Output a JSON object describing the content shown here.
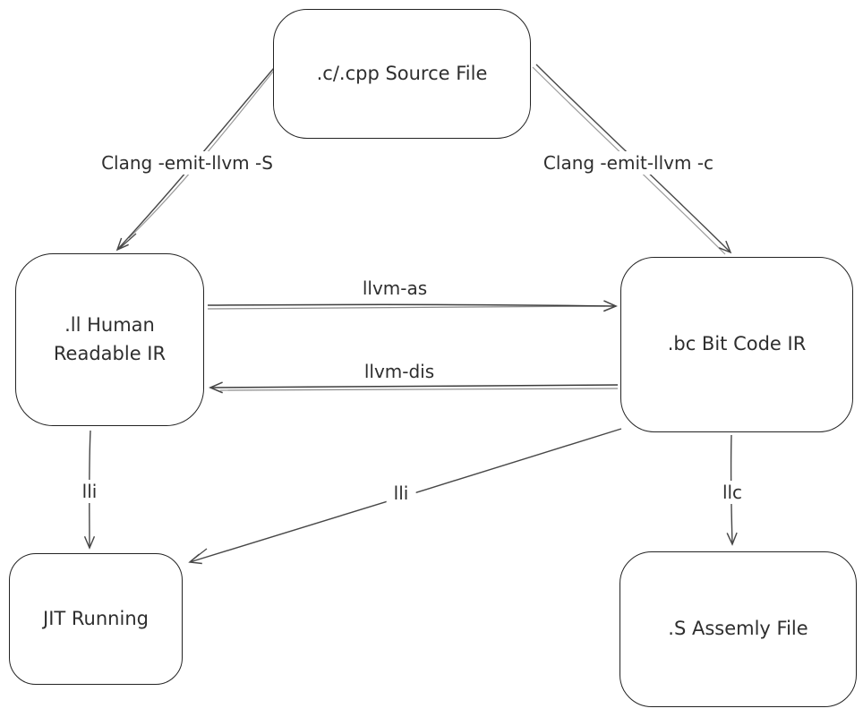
{
  "diagram": {
    "nodes": {
      "source": {
        "label": ".c/.cpp Source File"
      },
      "ll": {
        "lines": [
          ".ll Human",
          "Readable IR"
        ]
      },
      "bc": {
        "label": ".bc Bit Code IR"
      },
      "jit": {
        "label": "JIT Running"
      },
      "asm": {
        "label": ".S Assemly File"
      }
    },
    "edges": {
      "clang_s": {
        "label": "Clang -emit-llvm -S",
        "from": ".c/.cpp Source File",
        "to": ".ll Human Readable IR"
      },
      "clang_c": {
        "label": "Clang -emit-llvm -c",
        "from": ".c/.cpp Source File",
        "to": ".bc Bit Code IR"
      },
      "llvm_as": {
        "label": "llvm-as",
        "from": ".ll Human Readable IR",
        "to": ".bc Bit Code IR"
      },
      "llvm_dis": {
        "label": "llvm-dis",
        "from": ".bc Bit Code IR",
        "to": ".ll Human Readable IR"
      },
      "lli_ll": {
        "label": "lli",
        "from": ".ll Human Readable IR",
        "to": "JIT Running"
      },
      "lli_bc": {
        "label": "lli",
        "from": ".bc Bit Code IR",
        "to": "JIT Running"
      },
      "llc": {
        "label": "llc",
        "from": ".bc Bit Code IR",
        "to": ".S Assemly File"
      }
    },
    "colors": {
      "stroke_main": "#474747",
      "stroke_sketch": "#9b9b9b",
      "box_border": "#232323",
      "text": "#2e2e2e",
      "background": "#ffffff"
    }
  }
}
